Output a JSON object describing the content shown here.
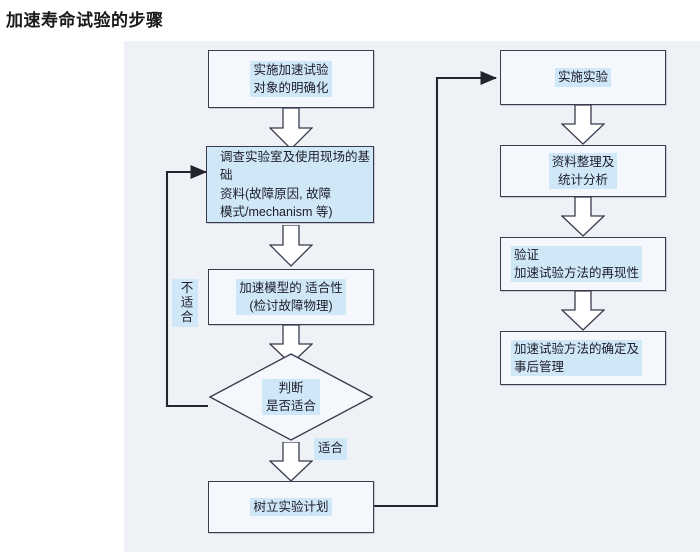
{
  "title": "加速寿命试验的步骤",
  "colors": {
    "canvas_bg": "#eef2f7",
    "box_fill": "#f4f8fc",
    "highlight": "#cfe7f7",
    "stroke": "#3b3b4d",
    "text": "#20202c"
  },
  "flow": {
    "left_column": [
      {
        "id": "clarify-target",
        "label": "实施加速试验\n对象的明确化"
      },
      {
        "id": "survey-data",
        "label": "调查实验室及使用现场的基础\n资料(故障原因, 故障\n模式/mechanism 等)"
      },
      {
        "id": "model-fitness",
        "label": "加速模型的 适合性\n(检讨故障物理)"
      },
      {
        "id": "plan-experiment",
        "label": "树立实验计划"
      }
    ],
    "decision": {
      "id": "judge-suitability",
      "label": "判断\n是否适合"
    },
    "right_column": [
      {
        "id": "run-experiment",
        "label": "实施实验"
      },
      {
        "id": "data-analysis",
        "label": "资料整理及\n统计分析"
      },
      {
        "id": "verify-repeat",
        "label": "验证\n加速试验方法的再现性"
      },
      {
        "id": "finalize-method",
        "label": "加速试验方法的确定及\n事后管理"
      }
    ],
    "edge_labels": {
      "not_suitable": "不适合",
      "suitable": "适合"
    }
  }
}
